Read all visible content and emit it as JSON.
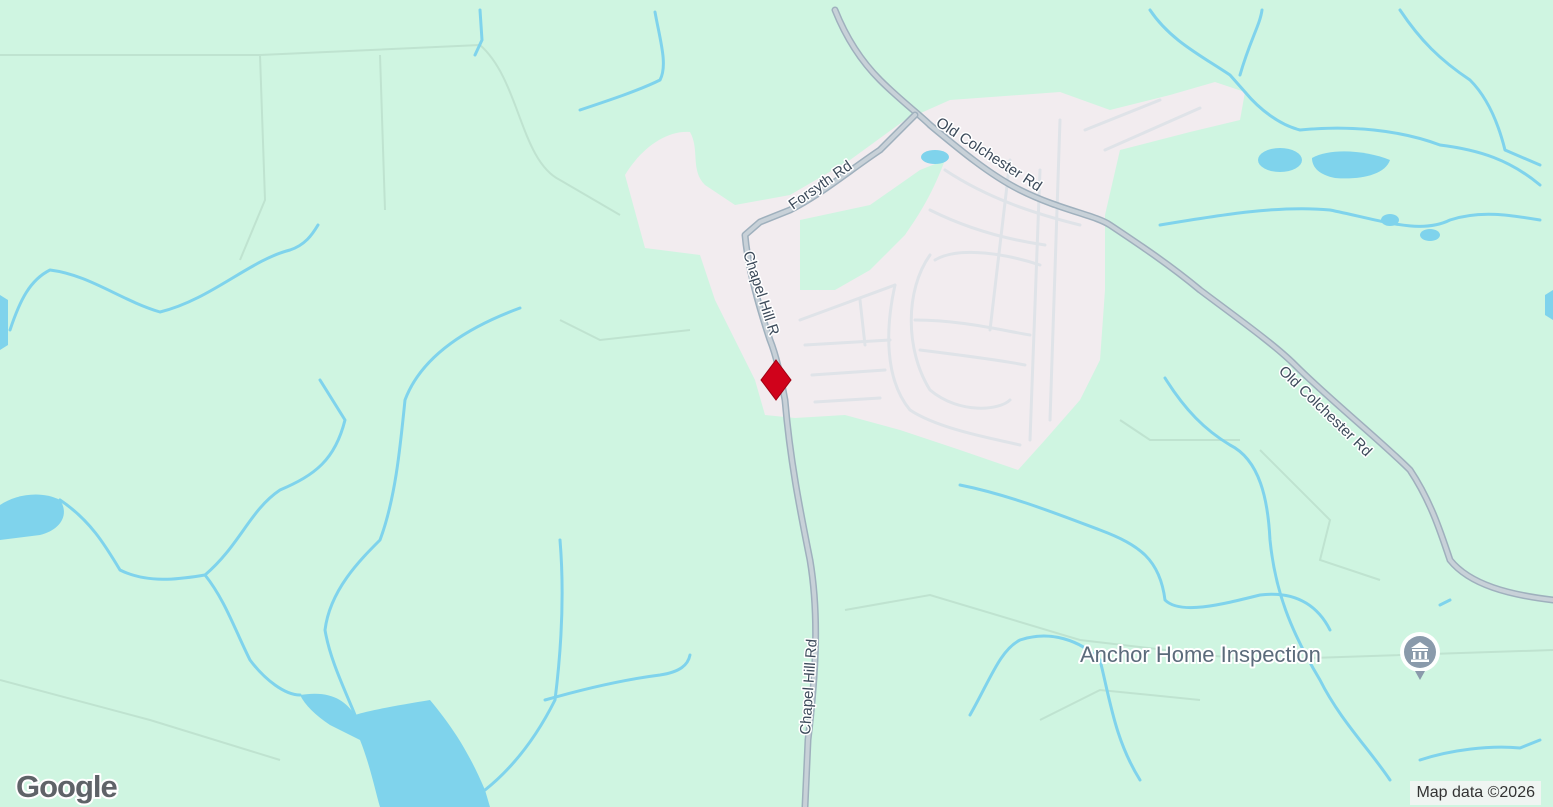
{
  "map": {
    "roads": {
      "forsyth": "Forsyth Rd",
      "old_colchester_upper": "Old Colchester Rd",
      "old_colchester_lower": "Old Colchester Rd",
      "chapel_hill_upper": "Chapel Hill R",
      "chapel_hill_lower": "Chapel Hill Rd"
    },
    "poi": {
      "name": "Anchor Home Inspection",
      "icon": "building-columns-icon"
    },
    "marker": {
      "icon": "red-diamond-marker-icon",
      "color": "#d0021b"
    },
    "colors": {
      "land": "#cff5e1",
      "residential": "#f2ecef",
      "water": "#7fd3ec",
      "road": "#b7c1c9"
    }
  },
  "branding": {
    "logo": "Google",
    "attribution": "Map data ©2026"
  }
}
